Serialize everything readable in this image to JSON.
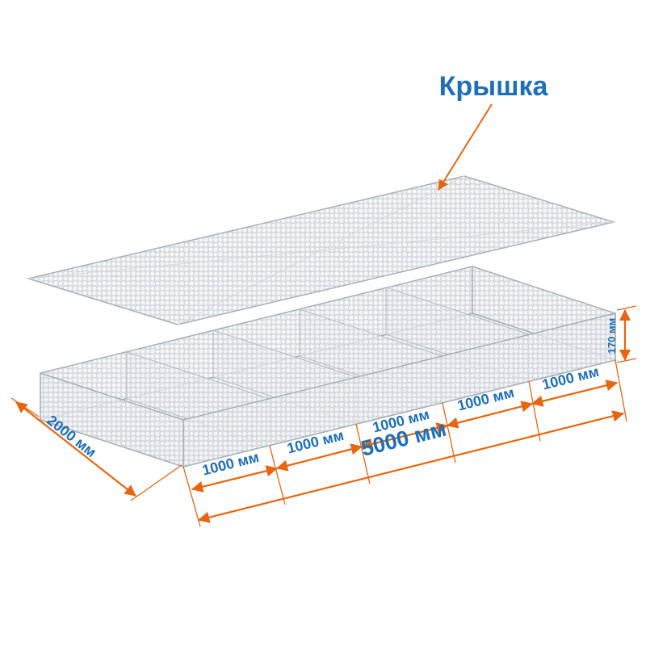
{
  "diagram": {
    "lid_label": "Крышка",
    "dimensions": {
      "width": "2000 мм",
      "length_total": "5000 мм",
      "height": "170 мм",
      "segments": [
        "1000 мм",
        "1000 мм",
        "1000 мм",
        "1000 мм",
        "1000 мм"
      ]
    },
    "colors": {
      "dimension_line": "#E8650F",
      "label_text": "#1C6FB8",
      "mesh": "#C3C9CF"
    }
  }
}
